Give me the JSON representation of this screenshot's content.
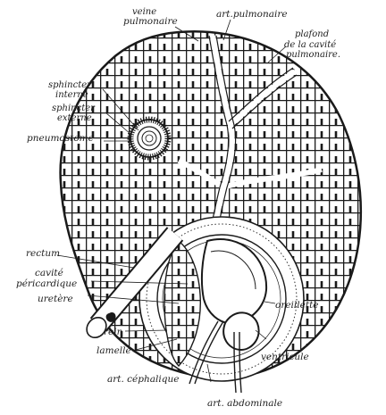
{
  "figure": {
    "colors": {
      "ink": "#1a1a1a",
      "paper": "#ffffff"
    },
    "labels": {
      "veine_line1": "veine",
      "veine_line2": "pulmonaire",
      "art_pulmonaire": "art.pulmonaire",
      "plafond_line1": "plafond",
      "plafond_line2": "de la cavité",
      "plafond_line3": "pulmonaire.",
      "sphincter_interne_line1": "sphincter",
      "sphincter_interne_line2": "interne",
      "sphincter_externe_line1": "sphincter",
      "sphincter_externe_line2": "externe",
      "pneumostome": "pneumostome",
      "rectum": "rectum",
      "cavite_line1": "cavité",
      "cavite_line2": "péricardique",
      "uretere": "uretère",
      "rein": "rein",
      "lamelle": "lamelle",
      "art_cephalique": "art. céphalique",
      "art_abdominale": "art. abdominale",
      "oreillette": "oreillette",
      "ventricule": "ventricule"
    }
  }
}
